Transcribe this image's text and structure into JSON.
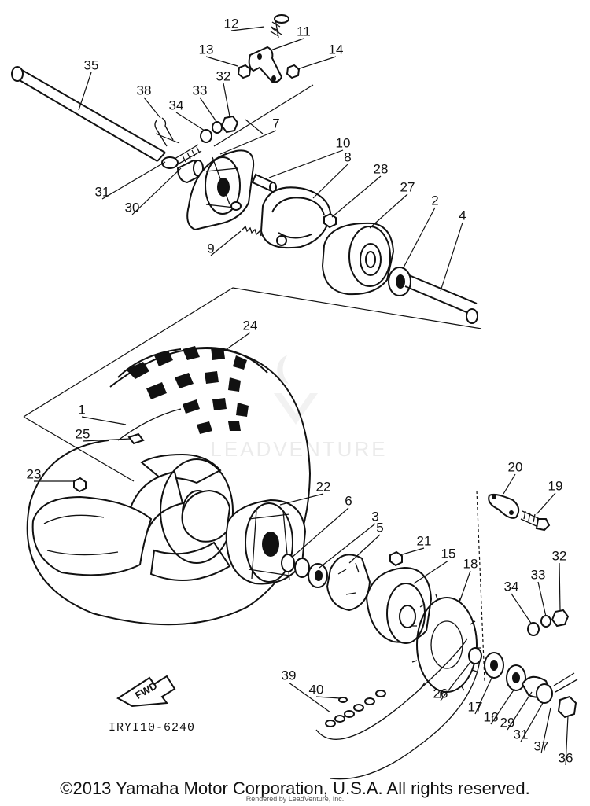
{
  "diagram": {
    "code": "IRYI10-6240",
    "fwd_label": "FWD",
    "watermark": "LEADVENTURE",
    "copyright": "©2013 Yamaha Motor Corporation, U.S.A. All rights reserved.",
    "rendered_by": "Rendered by LeadVenture, Inc.",
    "part_numbers": [
      "1",
      "2",
      "3",
      "4",
      "5",
      "6",
      "7",
      "8",
      "9",
      "10",
      "11",
      "12",
      "13",
      "14",
      "15",
      "16",
      "17",
      "18",
      "19",
      "20",
      "21",
      "22",
      "23",
      "24",
      "25",
      "26",
      "27",
      "28",
      "29",
      "30",
      "31",
      "31",
      "32",
      "32",
      "33",
      "33",
      "34",
      "34",
      "35",
      "36",
      "37",
      "38",
      "39",
      "40"
    ]
  }
}
